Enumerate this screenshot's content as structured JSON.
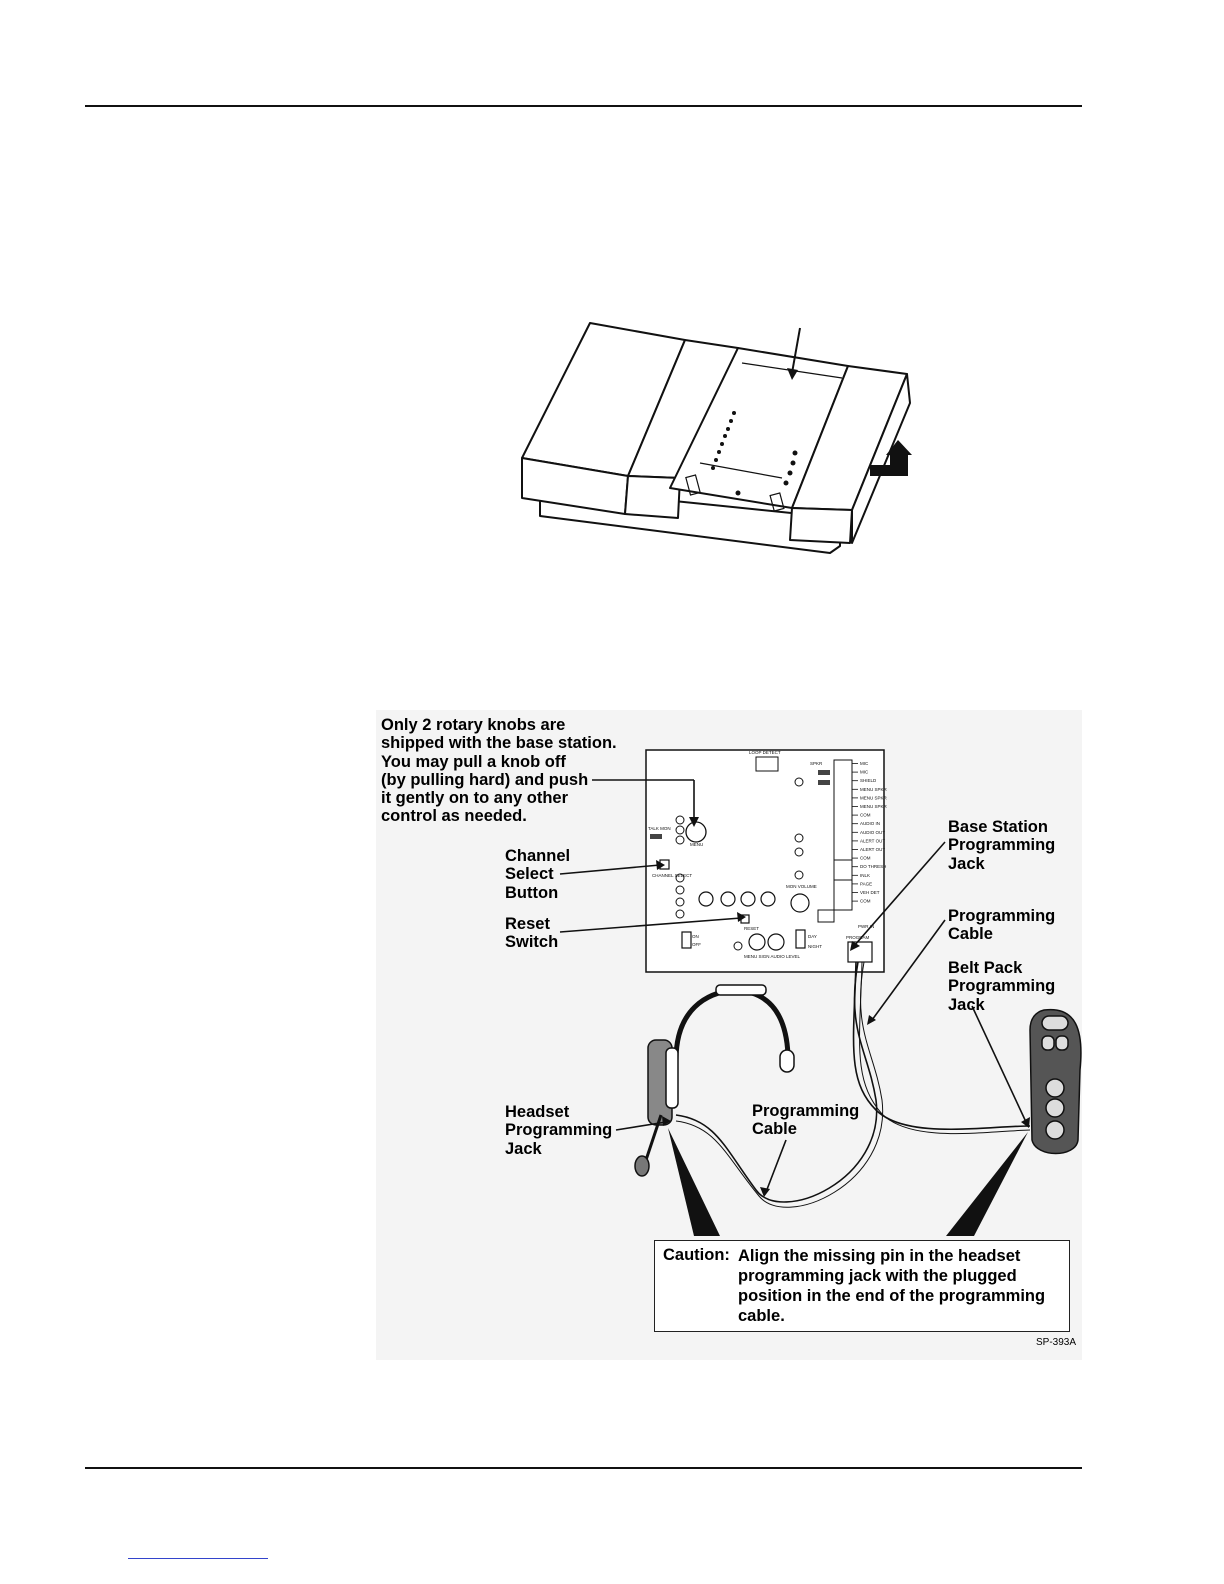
{
  "base_station_board": {
    "loop_detect": "LOOP DETECT",
    "spkr": "SPKR",
    "talk_mon": "TALK MON",
    "menu": "MENU",
    "channel_select": "CHANNEL SELECT",
    "mon_volume": "MON VOLUME",
    "reset": "RESET",
    "day": "DAY",
    "night": "NIGHT",
    "on": "ON",
    "off": "OFF",
    "menu_sign_audio_level": "MENU SIGN AUDIO LEVEL",
    "program": "PROGRAM",
    "pwr_in": "PWR IN",
    "terminals": [
      "MIC",
      "MIC",
      "SHIELD",
      "MENU SPKR",
      "MENU SPKR",
      "MENU SPKR",
      "COM",
      "AUDIO IN",
      "AUDIO OUT",
      "ALERT OUT",
      "ALERT OUT",
      "COM",
      "DO THRESH",
      "INLK",
      "PAGE",
      "VEH DET",
      "COM"
    ]
  },
  "callouts": {
    "knob_note": "Only 2 rotary knobs are\nshipped with the base station.\nYou may pull a knob off\n(by pulling hard) and push\nit gently on to any other\ncontrol as needed.",
    "channel_select": "Channel\nSelect\nButton",
    "reset_switch": "Reset\nSwitch",
    "base_station_jack": "Base Station\nProgramming\nJack",
    "programming_cable_upper": "Programming\nCable",
    "belt_pack_jack": "Belt Pack\nProgramming\nJack",
    "headset_jack": "Headset\nProgramming\nJack",
    "programming_cable_lower": "Programming\nCable"
  },
  "caution": {
    "label": "Caution:",
    "text": "Align the missing pin in the headset\nprogramming jack with the plugged\nposition in the end of the programming\ncable."
  },
  "figure_code": "SP-393A"
}
